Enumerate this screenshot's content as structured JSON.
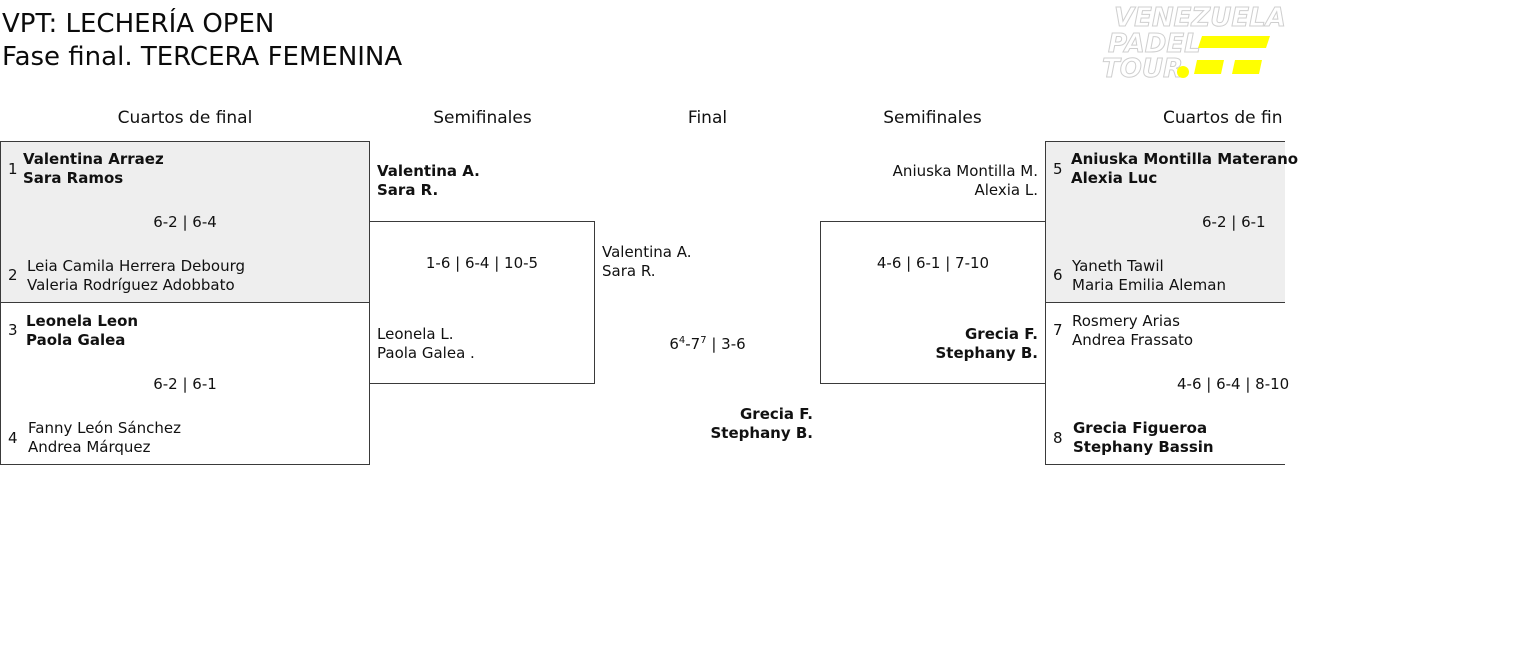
{
  "header": {
    "title_line1": "VPT: LECHERÍA OPEN",
    "title_line2": "Fase final. TERCERA FEMENINA"
  },
  "logo": {
    "text_line1": "VENEZUELA",
    "text_line2": "PADEL",
    "text_line3": "TOUR",
    "accent_color": "#ffff00"
  },
  "rounds": {
    "left_quarterfinals": "Cuartos de final",
    "left_semifinals": "Semifinales",
    "final": "Final",
    "right_semifinals": "Semifinales",
    "right_quarterfinals": "Cuartos de fin"
  },
  "left_qf": [
    {
      "top": {
        "seed": "1",
        "p1": "Valentina Arraez",
        "p2": "Sara Ramos",
        "winner": true
      },
      "bottom": {
        "seed": "2",
        "p1": "Leia Camila Herrera Debourg",
        "p2": "Valeria Rodríguez Adobbato",
        "winner": false
      },
      "score": "6-2 | 6-4"
    },
    {
      "top": {
        "seed": "3",
        "p1": "Leonela Leon",
        "p2": "Paola Galea",
        "winner": true
      },
      "bottom": {
        "seed": "4",
        "p1": "Fanny León Sánchez",
        "p2": "Andrea Márquez",
        "winner": false
      },
      "score": "6-2 | 6-1"
    }
  ],
  "left_sf": {
    "top": {
      "p1": "Valentina A.",
      "p2": "Sara R.",
      "winner": true
    },
    "bottom": {
      "p1": "Leonela L.",
      "p2": "Paola Galea .",
      "winner": false
    },
    "score": "1-6 | 6-4 | 10-5"
  },
  "final": {
    "top": {
      "p1": "Valentina A.",
      "p2": "Sara R.",
      "winner": false
    },
    "bottom": {
      "p1": "Grecia F.",
      "p2": "Stephany B.",
      "winner": true
    },
    "score_s1_a": "6",
    "score_s1_a_tb": "4",
    "score_s1_b": "-7",
    "score_s1_b_tb": "7",
    "score_rest": " | 3-6"
  },
  "right_sf": {
    "top": {
      "p1": "Aniuska Montilla M.",
      "p2": "Alexia L.",
      "winner": false
    },
    "bottom": {
      "p1": "Grecia F.",
      "p2": "Stephany B.",
      "winner": true
    },
    "score": "4-6 | 6-1 | 7-10"
  },
  "right_qf": [
    {
      "top": {
        "seed": "5",
        "p1": "Aniuska Montilla Materano",
        "p2": "Alexia Luc",
        "winner": true
      },
      "bottom": {
        "seed": "6",
        "p1": "Yaneth Tawil",
        "p2": "Maria Emilia Aleman",
        "winner": false
      },
      "score": "6-2 | 6-1"
    },
    {
      "top": {
        "seed": "7",
        "p1": "Rosmery Arias",
        "p2": "Andrea Frassato",
        "winner": false
      },
      "bottom": {
        "seed": "8",
        "p1": "Grecia Figueroa",
        "p2": "Stephany Bassin",
        "winner": true
      },
      "score": "4-6 | 6-4 | 8-10"
    }
  ]
}
